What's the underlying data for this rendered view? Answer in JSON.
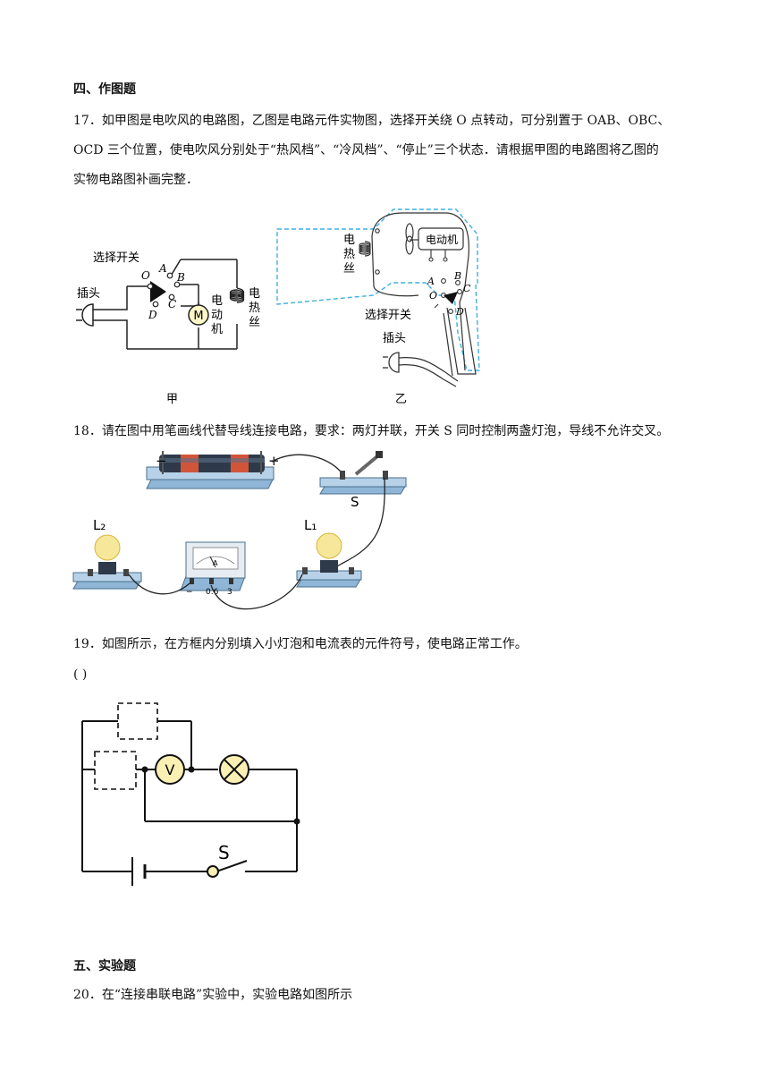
{
  "sections": {
    "drawing": "四、作图题",
    "experiment": "五、实验题"
  },
  "q17": {
    "line1": "17．如甲图是电吹风的电路图，乙图是电路元件实物图，选择开关绕 O 点转动，可分别置于 OAB、OBC、",
    "line2": "OCD 三个位置，使电吹风分别处于“热风档”、“冷风档”、“停止”三个状态．请根据甲图的电路图将乙图的",
    "line3": "实物电路图补画完整．",
    "fig_jia": {
      "switch_label": "选择开关",
      "plug_label": "插头",
      "motor_label": [
        "电",
        "动",
        "机"
      ],
      "motor_symbol": "M",
      "heater_label": [
        "电",
        "热",
        "丝"
      ],
      "pt_o": "O",
      "pt_a": "A",
      "pt_b": "B",
      "pt_c": "C",
      "pt_d": "D",
      "caption": "甲"
    },
    "fig_yi": {
      "motor_label": "电动机",
      "heater_label": [
        "电",
        "热",
        "丝"
      ],
      "switch_label": "选择开关",
      "plug_label": "插头",
      "pt_o": "O",
      "pt_a": "A",
      "pt_b": "B",
      "pt_c": "C",
      "pt_d": "D",
      "caption": "乙"
    }
  },
  "q18": {
    "text": "18．请在图中用笔画线代替导线连接电路，要求：两灯并联，开关 S 同时控制两盏灯泡，导线不允许交叉。",
    "minus": "−",
    "plus": "+",
    "switch_label": "S",
    "lamp1": "L₁",
    "lamp2": "L₂",
    "meter_terms": [
      "−",
      "0.6",
      "3"
    ],
    "meter_symbol": "A"
  },
  "q19": {
    "text": "19．如图所示，在方框内分别填入小灯泡和电流表的元件符号，使电路正常工作。",
    "answer_paren": "(          )",
    "voltmeter": "V",
    "switch_label": "S"
  },
  "q20": {
    "text": "20．在“连接串联电路”实验中，实验电路如图所示"
  },
  "colors": {
    "accent_blue": "#3fb0e0",
    "bulb_yellow": "#f6e79a",
    "battery_orange": "#d2553a"
  }
}
